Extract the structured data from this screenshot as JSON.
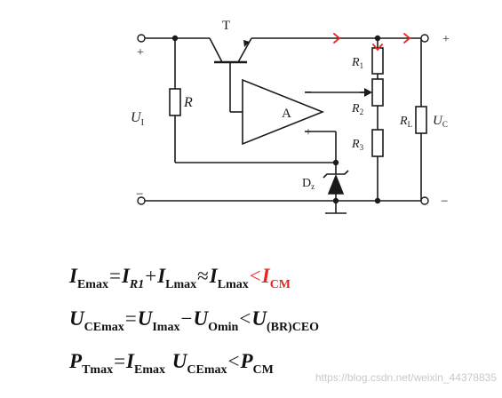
{
  "labels": {
    "transistor": "T",
    "input_plus": "+",
    "input_minus": "−",
    "input_voltage_main": "U",
    "input_voltage_sub": "I",
    "resistor_r": "R",
    "opamp": "A",
    "opamp_minus": "−",
    "opamp_plus": "+",
    "r1_main": "R",
    "r1_sub": "1",
    "r2_main": "R",
    "r2_sub": "2",
    "r3_main": "R",
    "r3_sub": "3",
    "rl_main": "R",
    "rl_sub": "L",
    "uc_main": "U",
    "uc_sub": "C",
    "dz_main": "D",
    "dz_sub": "z",
    "output_plus": "+",
    "output_minus": "−"
  },
  "colors": {
    "wire": "#1a1a1a",
    "accent": "#e8261d"
  },
  "equations": [
    {
      "parts": [
        {
          "t": "main",
          "v": "I"
        },
        {
          "t": "sub",
          "v": "Emax"
        },
        {
          "t": "op",
          "v": "="
        },
        {
          "t": "main",
          "v": "I"
        },
        {
          "t": "subi",
          "v": "R1"
        },
        {
          "t": "op",
          "v": "+"
        },
        {
          "t": "main",
          "v": "I"
        },
        {
          "t": "sub",
          "v": "Lmax"
        },
        {
          "t": "op",
          "v": "≈"
        },
        {
          "t": "main",
          "v": "I"
        },
        {
          "t": "sub",
          "v": "Lmax"
        },
        {
          "t": "op",
          "v": "<",
          "red": true
        },
        {
          "t": "main",
          "v": "I",
          "red": true
        },
        {
          "t": "sub",
          "v": "CM",
          "red": true
        }
      ]
    },
    {
      "parts": [
        {
          "t": "main",
          "v": "U"
        },
        {
          "t": "sub",
          "v": "CEmax"
        },
        {
          "t": "op",
          "v": "="
        },
        {
          "t": "main",
          "v": "U"
        },
        {
          "t": "sub",
          "v": "Imax"
        },
        {
          "t": "op",
          "v": "−"
        },
        {
          "t": "main",
          "v": "U"
        },
        {
          "t": "sub",
          "v": "Omin"
        },
        {
          "t": "op",
          "v": "<"
        },
        {
          "t": "main",
          "v": "U"
        },
        {
          "t": "sub",
          "v": "(BR)CEO"
        }
      ]
    },
    {
      "parts": [
        {
          "t": "main",
          "v": "P"
        },
        {
          "t": "sub",
          "v": "Tmax"
        },
        {
          "t": "op",
          "v": "="
        },
        {
          "t": "main",
          "v": "I"
        },
        {
          "t": "sub",
          "v": "Emax"
        },
        {
          "t": "op",
          "v": " "
        },
        {
          "t": "main",
          "v": "U"
        },
        {
          "t": "sub",
          "v": "CEmax"
        },
        {
          "t": "op",
          "v": "<"
        },
        {
          "t": "main",
          "v": "P"
        },
        {
          "t": "sub",
          "v": "CM"
        }
      ]
    }
  ],
  "watermark": "https://blog.csdn.net/weixin_44378835"
}
